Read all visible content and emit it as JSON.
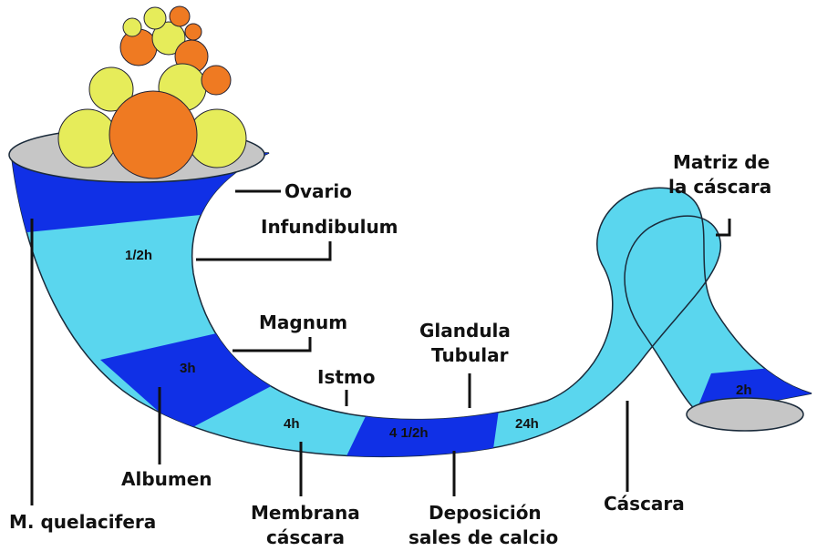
{
  "colors": {
    "light_blue": "#5ad6ee",
    "dark_blue": "#1030e6",
    "orange": "#ef7a22",
    "yellow": "#e6ec5a",
    "mouth_gray": "#c6c6c6",
    "line": "#111111"
  },
  "labels": {
    "ovario": "Ovario",
    "infundibulum": "Infundibulum",
    "magnum": "Magnum",
    "istmo": "Istmo",
    "glandula_1": "Glandula",
    "glandula_2": "Tubular",
    "matriz_1": "Matriz de",
    "matriz_2": "la cáscara",
    "albumen": "Albumen",
    "quelacifera": "M. quelacifera",
    "membrana_1": "Membrana",
    "membrana_2": "cáscara",
    "deposicion_1": "Deposición",
    "deposicion_2": "sales de calcio",
    "cascara": "Cáscara"
  },
  "segments": {
    "infundibulum_time": "1/2h",
    "magnum_time": "3h",
    "istmo_time": "4h",
    "glandula_time": "4 1/2h",
    "shell_time": "24h",
    "vagina_time": "2h"
  }
}
